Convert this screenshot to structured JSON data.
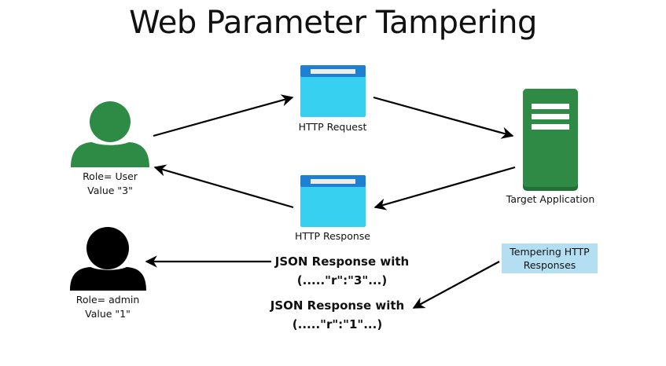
{
  "title": "Web Parameter Tampering",
  "colors": {
    "user_green": "#2e8b45",
    "server_green": "#2f8a46",
    "server_base": "#217036",
    "browser_top": "#1f7fd0",
    "browser_body": "#37d0f0",
    "admin_black": "#000000",
    "note_bg": "#b4dff2",
    "arrow": "#000000"
  },
  "nodes": {
    "user": {
      "icon": "user-icon",
      "role_line": "Role= User",
      "value_line": "Value \"3\""
    },
    "admin": {
      "icon": "admin-user-icon",
      "role_line": "Role= admin",
      "value_line": "Value \"1\""
    },
    "http_request": {
      "icon": "browser-window-icon",
      "label": "HTTP Request"
    },
    "http_response": {
      "icon": "browser-window-icon",
      "label": "HTTP Response"
    },
    "target": {
      "icon": "server-icon",
      "label": "Target Application"
    },
    "tampering_note": {
      "line1": "Tempering HTTP",
      "line2": "Responses"
    }
  },
  "messages": {
    "json_original": {
      "line1": "JSON Response with",
      "line2": "(.....\"r\":\"3\"...)"
    },
    "json_tampered": {
      "line1": "JSON Response with",
      "line2": "(.....\"r\":\"1\"...)"
    }
  },
  "edges": [
    {
      "from": "user",
      "to": "http_request"
    },
    {
      "from": "http_request",
      "to": "target"
    },
    {
      "from": "target",
      "to": "http_response"
    },
    {
      "from": "http_response",
      "to": "user"
    },
    {
      "from": "json_original",
      "to": "admin"
    },
    {
      "from": "tampering_note",
      "to": "json_tampered"
    }
  ]
}
